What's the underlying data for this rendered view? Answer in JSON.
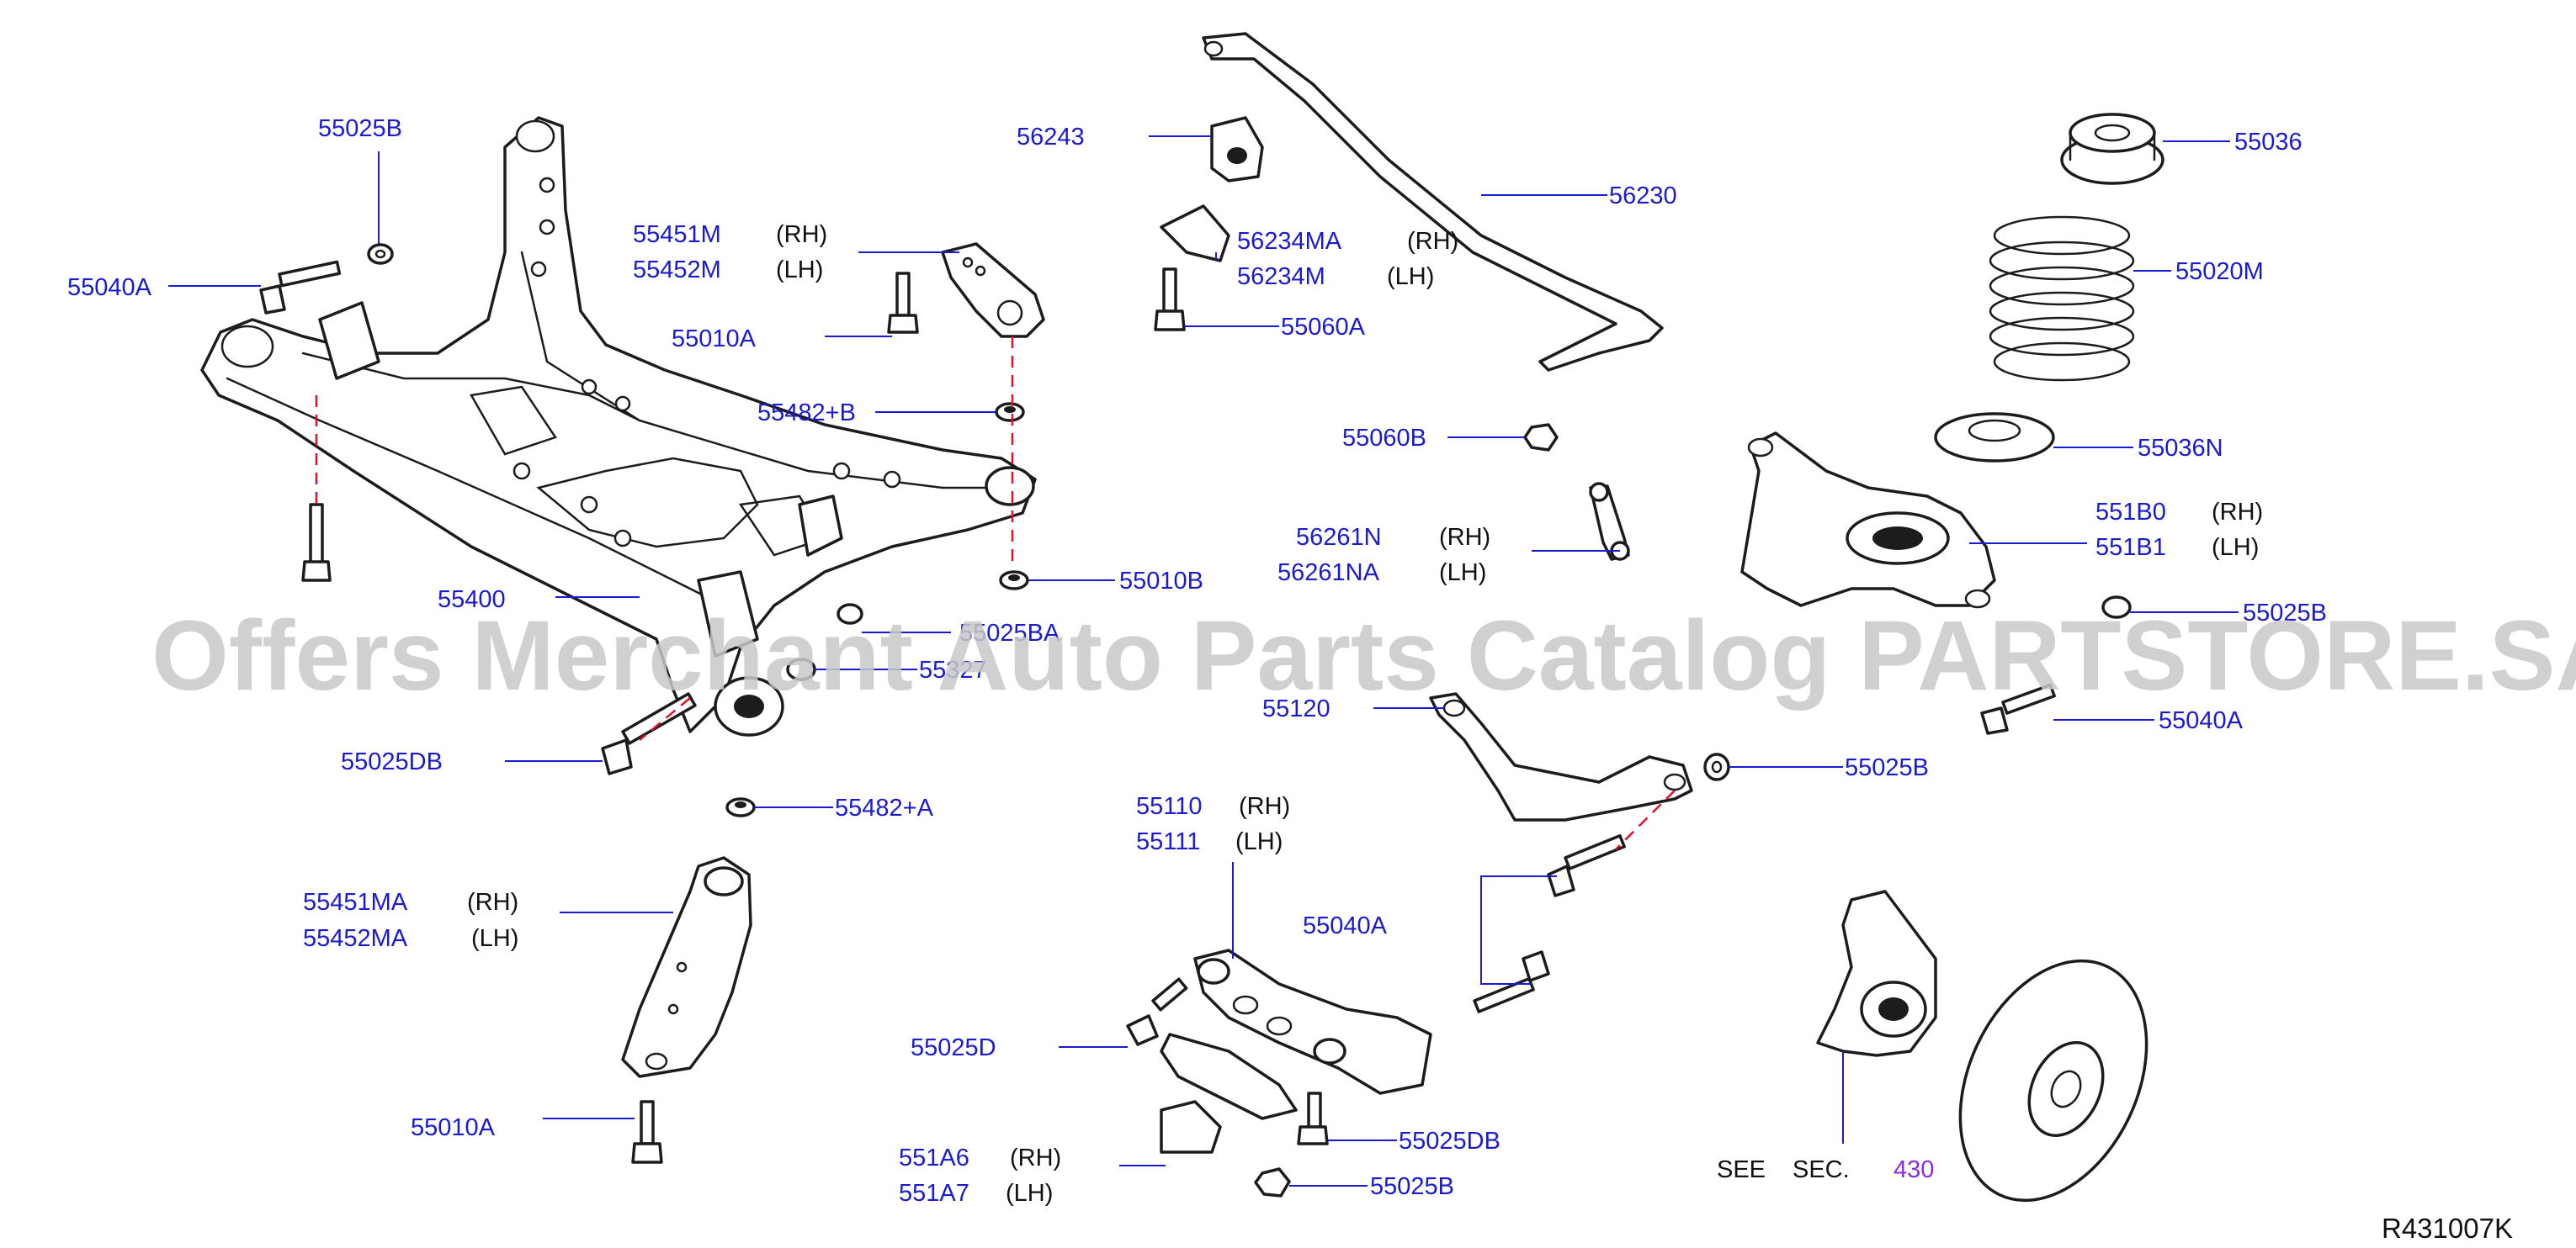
{
  "callouts": {
    "c55025B_tl": "55025B",
    "c55040A_l": "55040A",
    "c55451M": "55451M",
    "c55452M": "55452M",
    "c55010A_top": "55010A",
    "c55482B": "55482+B",
    "c55010B": "55010B",
    "c55400": "55400",
    "c55025BA": "55025BA",
    "c55327": "55327",
    "c55025DB_l": "55025DB",
    "c55482A": "55482+A",
    "c55451MA": "55451MA",
    "c55452MA": "55452MA",
    "c55010A_bot": "55010A",
    "c56243": "56243",
    "c56230": "56230",
    "c56234MA": "56234MA",
    "c56234M": "56234M",
    "c55060A": "55060A",
    "c55060B": "55060B",
    "c56261N": "56261N",
    "c56261NA": "56261NA",
    "c55120": "55120",
    "c55110": "55110",
    "c55111": "55111",
    "c55040A_mid": "55040A",
    "c55025D": "55025D",
    "c551A6": "551A6",
    "c551A7": "551A7",
    "c55025DB_bot": "55025DB",
    "c55025B_bot": "55025B",
    "c55025B_mid": "55025B",
    "c55036": "55036",
    "c55020M": "55020M",
    "c55036N": "55036N",
    "c551B0": "551B0",
    "c551B1": "551B1",
    "c55025B_r": "55025B",
    "c55040A_r": "55040A"
  },
  "sides": {
    "rh": "(RH)",
    "lh": "(LH)"
  },
  "see_sec": {
    "see": "SEE",
    "sec": "SEC.",
    "ref": "430"
  },
  "diagram_code": "R431007K",
  "watermark": "Offers Merchant Auto Parts Catalog PARTSTORE.SA",
  "colors": {
    "part_number": "#1a1ad0",
    "section_link": "#8a2be2",
    "leader_line": "#1a1ad0",
    "assembly_line": "#e0102a",
    "outline": "#1c1c1c"
  }
}
